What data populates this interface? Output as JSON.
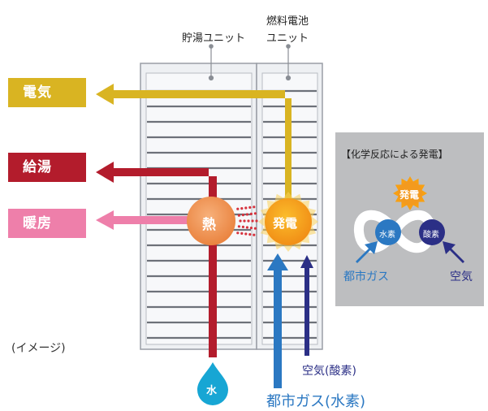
{
  "labels": {
    "storage_unit": "貯湯ユニット",
    "fuel_cell_line1": "燃料電池",
    "fuel_cell_line2": "ユニット",
    "electricity": "電気",
    "hot_water": "給湯",
    "heating": "暖房",
    "heat": "熱",
    "power_generation": "発電",
    "water": "水",
    "air_oxygen": "空気(酸素)",
    "city_gas_hydrogen": "都市ガス(水素)",
    "image_note": "(イメージ)"
  },
  "inset": {
    "title": "【化学反応による発電】",
    "power_generation": "発電",
    "hydrogen": "水素",
    "oxygen": "酸素",
    "city_gas": "都市ガス",
    "air": "空気"
  },
  "colors": {
    "electricity": "#d9b422",
    "hot_water": "#b31c2c",
    "heating": "#ee7faa",
    "city_gas": "#2b78c2",
    "air": "#2b2f86",
    "heat_circle": "#ee8a43",
    "power_circle": "#f39a1e",
    "inset_bg": "#bdbec0"
  }
}
